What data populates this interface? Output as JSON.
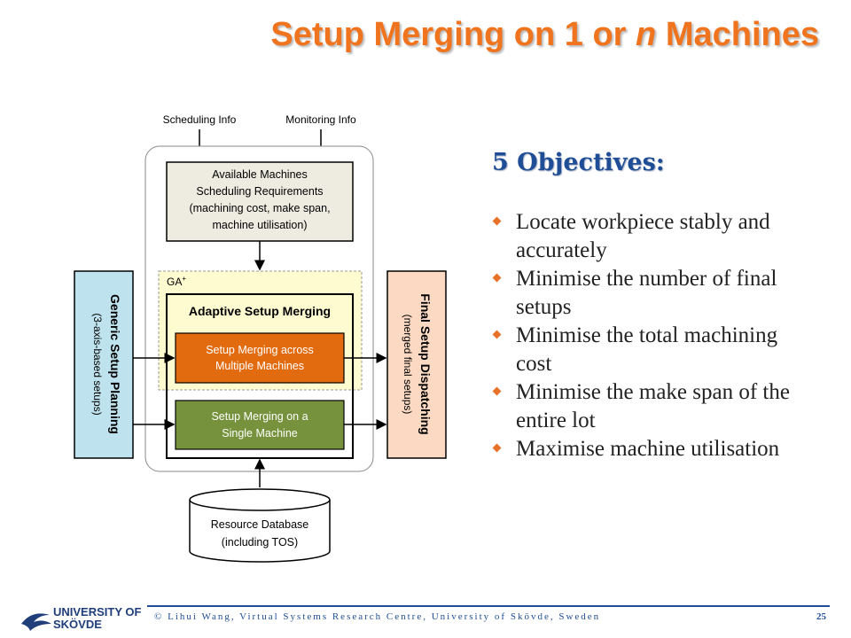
{
  "title": {
    "prefix": "Setup Merging on 1 or ",
    "italic": "n",
    "suffix": " Machines"
  },
  "diagram": {
    "inputs": {
      "scheduling": "Scheduling Info",
      "monitoring": "Monitoring Info"
    },
    "available_box": [
      "Available Machines",
      "Scheduling Requirements",
      "(machining cost, make span,",
      "machine utilisation)"
    ],
    "ga_label": "GA",
    "ga_sup": "+",
    "adaptive_title": "Adaptive Setup Merging",
    "multi_box": [
      "Setup Merging across",
      "Multiple Machines"
    ],
    "single_box": [
      "Setup Merging on a",
      "Single Machine"
    ],
    "left_panel": {
      "title": "Generic Setup Planning",
      "sub": "(3-axis-based setups)"
    },
    "right_panel": {
      "title": "Final Setup Dispatching",
      "sub": "(merged final setups)"
    },
    "database": [
      "Resource Database",
      "(including TOS)"
    ]
  },
  "objectives": {
    "heading": "5 Objectives:",
    "items": [
      "Locate workpiece stably and accurately",
      "Minimise the number of final setups",
      "Minimise the total machining cost",
      "Minimise the make span of the entire lot",
      "Maximise machine utilisation"
    ]
  },
  "footer": {
    "text": "© Lihui Wang, Virtual Systems Research Centre, University of Skövde, Sweden",
    "page": "25",
    "logo_line1": "UNIVERSITY OF",
    "logo_line2": "SKÖVDE"
  },
  "colors": {
    "title": "#f0731e",
    "heading": "#1f4e96",
    "bullet": "#e8712a",
    "left_panel": "#bfe3ee",
    "right_panel": "#fbd9c2",
    "ga_zone": "#fffbd0",
    "available_box": "#eeece1",
    "multi_box": "#e26b10",
    "single_box": "#76923c"
  }
}
